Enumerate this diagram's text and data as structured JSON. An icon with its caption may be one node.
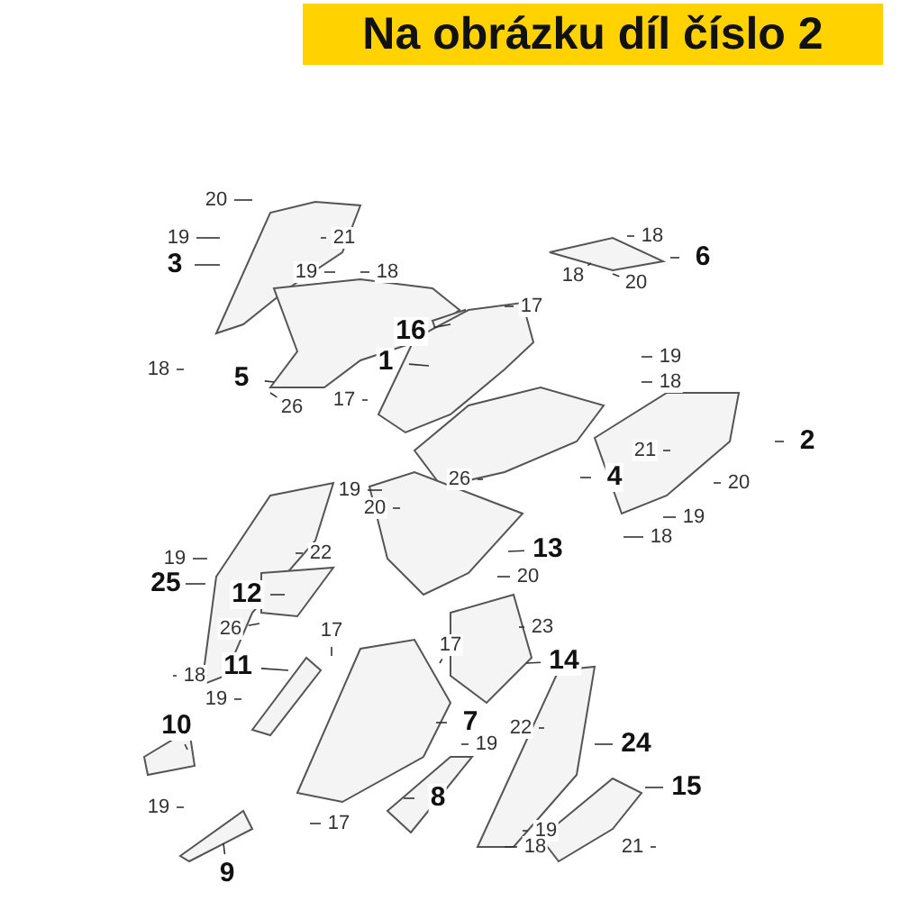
{
  "diagram": {
    "title": "Na obrázku díl číslo 2",
    "labels": [
      "20",
      "19",
      "21",
      "18",
      "3",
      "19",
      "18",
      "18",
      "6",
      "20",
      "17",
      "16",
      "1",
      "18",
      "5",
      "19",
      "18",
      "17",
      "26",
      "2",
      "26",
      "4",
      "21",
      "20",
      "19",
      "20",
      "19",
      "22",
      "19",
      "18",
      "13",
      "25",
      "20",
      "12",
      "26",
      "17",
      "23",
      "17",
      "11",
      "14",
      "18",
      "19",
      "10",
      "7",
      "22",
      "19",
      "24",
      "8",
      "15",
      "19",
      "17",
      "19",
      "18",
      "21",
      "9"
    ]
  }
}
